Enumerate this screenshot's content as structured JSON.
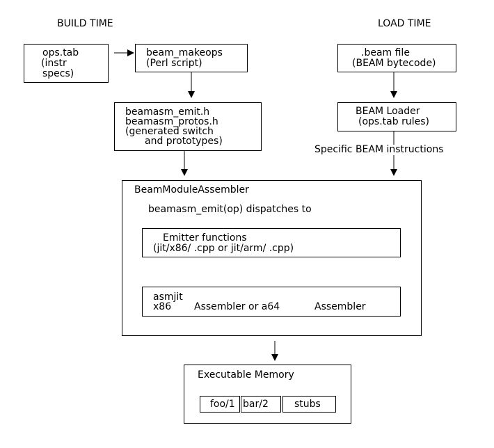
{
  "headers": {
    "build_time": "BUILD TIME",
    "load_time": "LOAD TIME"
  },
  "ops_tab": {
    "line1": "ops.tab",
    "line2": "(instr",
    "line3": "specs)"
  },
  "beam_makeops": {
    "line1": "beam_makeops",
    "line2": "(Perl script)"
  },
  "generated": {
    "line1": "beamasm_emit.h",
    "line2": "beamasm_protos.h",
    "line3": "(generated switch",
    "line4": "and prototypes)"
  },
  "beam_file": {
    "line1": ".beam file",
    "line2": "(BEAM bytecode)"
  },
  "beam_loader": {
    "line1": "BEAM Loader",
    "line2": "(ops.tab rules)"
  },
  "edge_label": "Specific BEAM instructions",
  "assembler": {
    "title": "BeamModuleAssembler",
    "dispatch": "beamasm_emit(op) dispatches to"
  },
  "emitter": {
    "line1": "Emitter functions",
    "line2": "(jit/x86/ .cpp or jit/arm/ .cpp)"
  },
  "asmjit": {
    "line1": "asmjit",
    "line2a": "x86",
    "line2b": "Assembler or a64",
    "line2c": "Assembler"
  },
  "memory": {
    "title": "Executable Memory",
    "cells": [
      "foo/1",
      "bar/2",
      "stubs"
    ]
  }
}
